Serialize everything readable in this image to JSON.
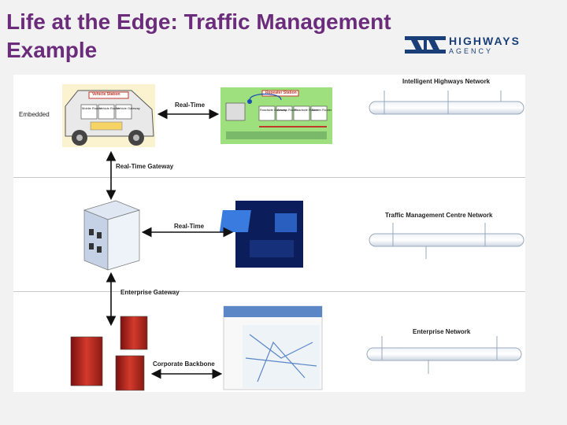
{
  "slide": {
    "title": "Life at the Edge: Traffic Management Example"
  },
  "logo": {
    "word1": "HIGHWAYS",
    "word2": "AGENCY"
  },
  "diagram": {
    "embedded_label": "Embedded",
    "links": {
      "realtime_top": "Real-Time",
      "realtime_gateway": "Real-Time Gateway",
      "realtime_mid": "Real-Time",
      "enterprise_gateway": "Enterprise Gateway",
      "corporate_backbone": "Corporate Backbone"
    },
    "networks": {
      "intelligent": "Intelligent Highways Network",
      "traffic_centre": "Traffic Management Centre Network",
      "enterprise": "Enterprise Network"
    },
    "vehicle": {
      "station": "Vehicle Station",
      "boxes": [
        "Mobile Router",
        "Vehicle Router",
        "Vehicle Gateway"
      ]
    },
    "roadside": {
      "station": "Repeater Station",
      "boxes": [
        "Roadside Gateway",
        "Access Router",
        "Roadside Router",
        "Border Router"
      ]
    },
    "colors": {
      "title": "#6b2d7b",
      "logo": "#1a3f78"
    }
  }
}
